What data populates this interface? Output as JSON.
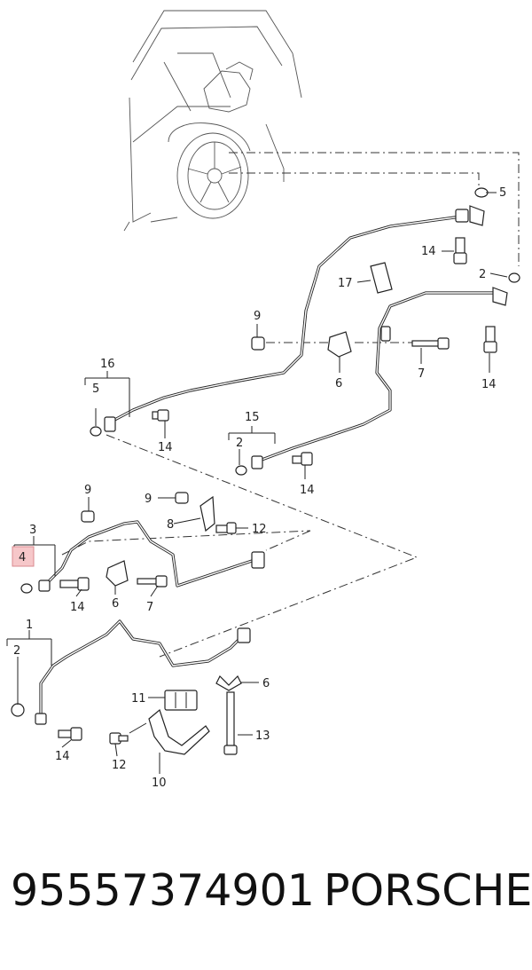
{
  "callouts": {
    "c1": "1",
    "c2a": "2",
    "c2b": "2",
    "c2c": "2",
    "c3": "3",
    "c4": "4",
    "c5a": "5",
    "c5b": "5",
    "c6a": "6",
    "c6b": "6",
    "c6c": "6",
    "c7a": "7",
    "c7b": "7",
    "c8": "8",
    "c9a": "9",
    "c9b": "9",
    "c9c": "9",
    "c10": "10",
    "c11": "11",
    "c12a": "12",
    "c12b": "12",
    "c13": "13",
    "c14a": "14",
    "c14b": "14",
    "c14c": "14",
    "c14d": "14",
    "c14e": "14",
    "c14f": "14",
    "c15": "15",
    "c16": "16",
    "c17": "17"
  },
  "footer": {
    "part_number": "95557374901",
    "brand": "PORSCHE"
  },
  "highlight_color": "#f6c7c9"
}
